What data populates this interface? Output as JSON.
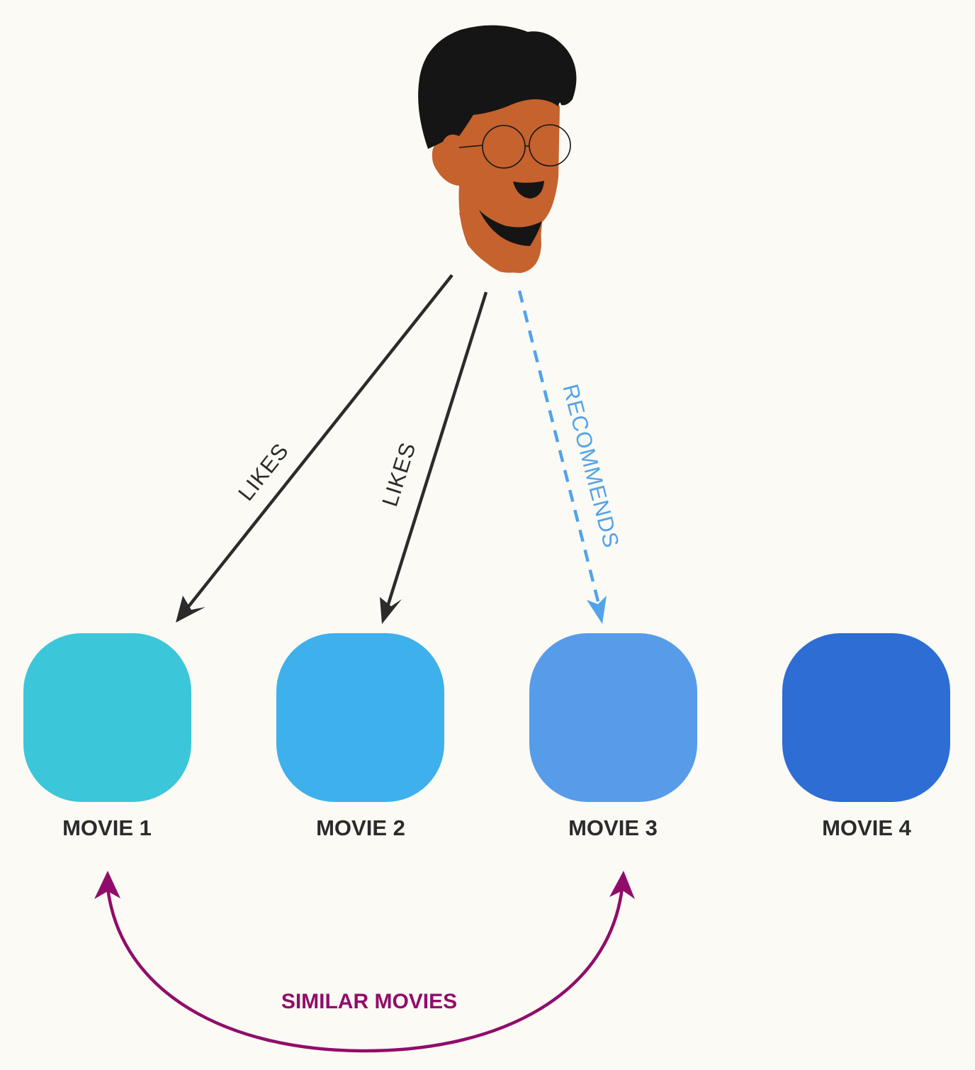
{
  "colors": {
    "background": "#fbfaf4",
    "likes": "#2b2b2b",
    "recommends": "#52a3ea",
    "similar": "#910c6a",
    "skin": "#c5622e",
    "hair": "#151515"
  },
  "user": {
    "icon": "person-with-glasses-icon"
  },
  "movies": [
    {
      "label": "MOVIE 1",
      "color": "#3cc6d9"
    },
    {
      "label": "MOVIE 2",
      "color": "#3eb0ec"
    },
    {
      "label": "MOVIE 3",
      "color": "#579ce8"
    },
    {
      "label": "MOVIE 4",
      "color": "#2d6dd4"
    }
  ],
  "edges": {
    "likes_1": "LIKES",
    "likes_2": "LIKES",
    "recommends": "RECOMMENDS"
  },
  "similar": {
    "label": "SIMILAR MOVIES"
  }
}
